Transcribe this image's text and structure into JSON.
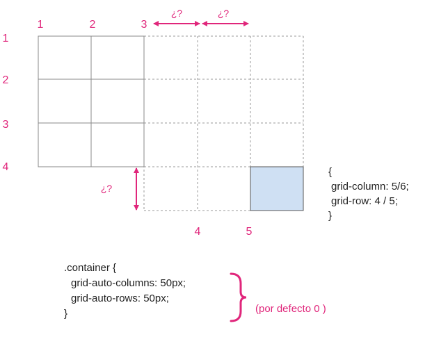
{
  "colors": {
    "accent": "#e0267b",
    "explicit_grid_line": "#8a8a8a",
    "implicit_grid_line": "#9a9a9a",
    "highlight_fill": "#cfe0f3",
    "highlight_stroke": "#555555",
    "code_text": "#222222"
  },
  "column_line_labels": [
    "1",
    "2",
    "3",
    "4",
    "5"
  ],
  "row_line_labels": [
    "1",
    "2",
    "3",
    "4"
  ],
  "unknown_size_label": "¿?",
  "item_rule": {
    "open": "{",
    "line1": "grid-column: 5/6;",
    "line2": "grid-row: 4 / 5;",
    "close": "}"
  },
  "container_rule": {
    "selector": ".container {",
    "line1": "grid-auto-columns: 50px;",
    "line2": "grid-auto-rows: 50px;",
    "close": "}"
  },
  "default_note": "(por defecto 0 )"
}
